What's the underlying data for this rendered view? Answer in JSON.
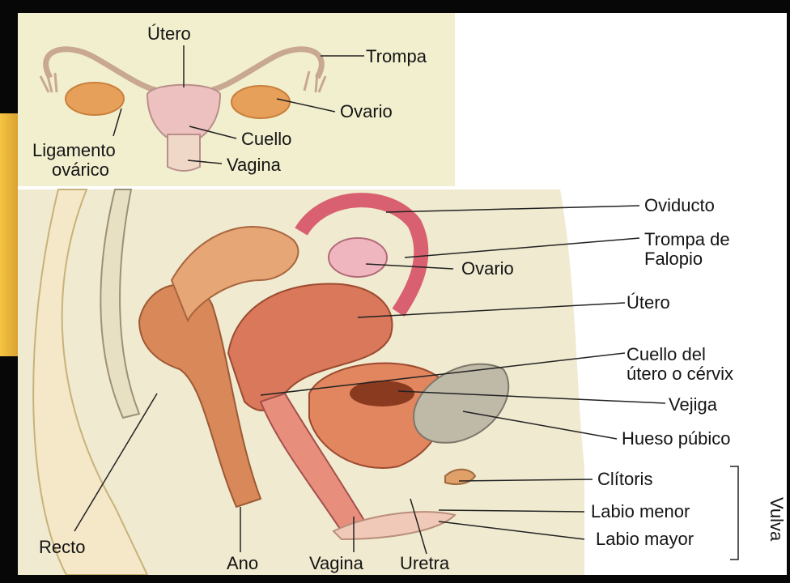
{
  "top_diagram": {
    "labels": {
      "utero": "Útero",
      "trompa": "Trompa",
      "ovario": "Ovario",
      "cuello": "Cuello",
      "ligamento_1": "Ligamento",
      "ligamento_2": "ovárico",
      "vagina": "Vagina"
    }
  },
  "side_diagram": {
    "labels": {
      "oviducto": "Oviducto",
      "trompa_falopio_1": "Trompa de",
      "trompa_falopio_2": "Falopio",
      "ovario": "Ovario",
      "utero": "Útero",
      "cuello_1": "Cuello del",
      "cuello_2": "útero o cérvix",
      "vejiga": "Vejiga",
      "hueso": "Hueso púbico",
      "clitoris": "Clítoris",
      "labio_menor": "Labio menor",
      "labio_mayor": "Labio mayor",
      "vulva": "Vulva",
      "recto": "Recto",
      "ano": "Ano",
      "vagina": "Vagina",
      "uretra": "Uretra"
    }
  },
  "colors": {
    "background_top": "#f2efcf",
    "background_side": "#efe6c0",
    "tissue": "#e79a6f",
    "uterus": "#d9785a",
    "pink": "#e98c9b",
    "bone": "#bfb9a8"
  }
}
